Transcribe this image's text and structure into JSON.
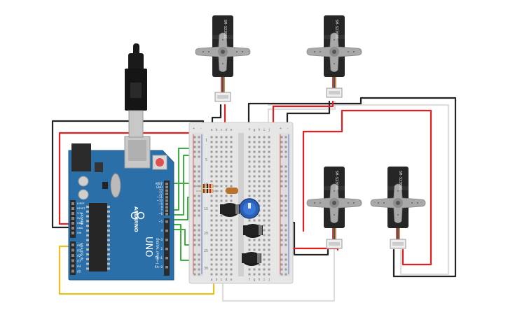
{
  "canvas": {
    "background": "#ffffff"
  },
  "arduino": {
    "brand": "ARDUINO",
    "model": "UNO",
    "pins_header": "DIGITAL (PWM~)",
    "analog_header": "ANALOG IN",
    "power_header": "POWER",
    "power_pins": [
      "IOREF",
      "RESET",
      "3.3V",
      "5V",
      "GND",
      "GND",
      "VIN"
    ],
    "analog_pins": [
      "A0",
      "A1",
      "A2",
      "A3",
      "A4",
      "A5"
    ],
    "digital_pins": [
      "AREF",
      "GND",
      "13",
      "12",
      "~11",
      "~10",
      "~9",
      "8",
      "7",
      "~6",
      "~5",
      "4",
      "~3",
      "2",
      "TX→1",
      "RX←0"
    ],
    "color": "#2a6fa8"
  },
  "breadboard": {
    "columns": [
      "a",
      "b",
      "c",
      "d",
      "e",
      "f",
      "g",
      "h",
      "i",
      "j"
    ],
    "row_numbers": [
      "1",
      "5",
      "10",
      "15",
      "20",
      "25",
      "30"
    ],
    "rail_symbols": [
      "+",
      "-"
    ]
  },
  "servos": [
    {
      "label": "SM-S2309S"
    },
    {
      "label": "SM-S2309S"
    },
    {
      "label": "SM-S2309S"
    },
    {
      "label": "SM-S2309S"
    }
  ],
  "wire_colors": {
    "power": "#e02020",
    "ground": "#222222",
    "signal": "#3fb03f",
    "aux": "#e8c020",
    "white": "#dddddd"
  },
  "icons": [
    "usb-cable-icon",
    "capacitor-icon",
    "resistor-icon",
    "potentiometer-icon"
  ]
}
